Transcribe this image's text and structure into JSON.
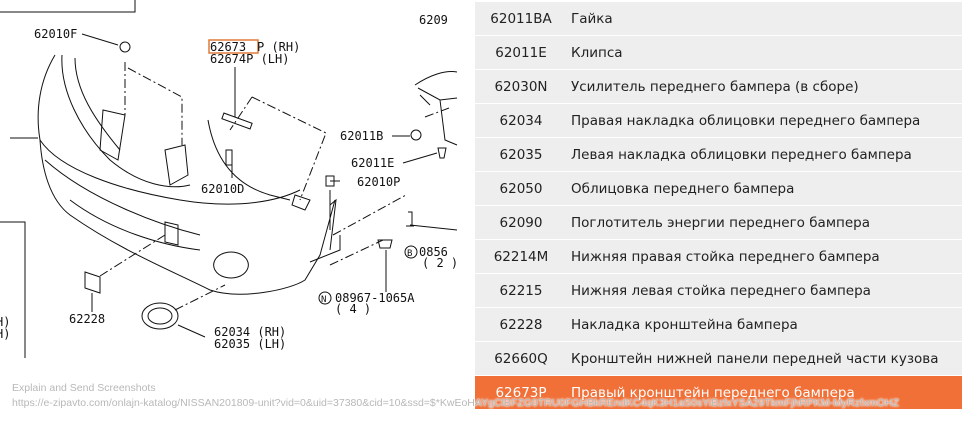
{
  "diagram": {
    "labels": {
      "l62010F": "62010F",
      "l62673P_code": "62673",
      "l62673P_rest": "P (RH)",
      "l62674P": "62674P (LH)",
      "l6209": "6209",
      "l62011B": "62011B",
      "l62011E": "62011E",
      "l62010D": "62010D",
      "l62010P": "62010P",
      "l0856": "0856",
      "l0856_qty": "( 2 )",
      "l0856_mark": "B",
      "l08967": "08967-1065A",
      "l08967_qty": "( 4 )",
      "l08967_mark": "N",
      "l62228": "62228",
      "l62034": "62034 (RH)",
      "l62035": "62035 (LH)",
      "lrh": "H)",
      "llh": "H)"
    },
    "highlight_color": "#e07a3a"
  },
  "parts": [
    {
      "code": "62011BA",
      "name": "Гайка"
    },
    {
      "code": "62011E",
      "name": "Клипса"
    },
    {
      "code": "62030N",
      "name": "Усилитель переднего бампера (в сборе)"
    },
    {
      "code": "62034",
      "name": "Правая накладка облицовки переднего бампера"
    },
    {
      "code": "62035",
      "name": "Левая накладка облицовки переднего бампера"
    },
    {
      "code": "62050",
      "name": "Облицовка переднего бампера"
    },
    {
      "code": "62090",
      "name": "Поглотитель энергии переднего бампера"
    },
    {
      "code": "62214M",
      "name": "Нижняя правая стойка переднего бампера"
    },
    {
      "code": "62215",
      "name": "Нижняя левая стойка переднего бампера"
    },
    {
      "code": "62228",
      "name": "Накладка кронштейна бампера"
    },
    {
      "code": "62660Q",
      "name": "Кронштейн нижней панели передней части кузова"
    },
    {
      "code": "62673P",
      "name": "Правый кронштейн переднего бампера"
    }
  ],
  "active_color": "#f07038",
  "overlay": {
    "title": "Explain and Send Screenshots",
    "url": "https://e-zipavto.com/onlajn-katalog/NISSAN201809-unit?vid=0&uid=37380&cid=10&ssd=$*KwEoHAYgClBFZG9TRU0FGHBkREndKC4qK3H1aS0sYiBzfxYSA29TkmFjhRPKM-MyRzfxmOHZ"
  }
}
